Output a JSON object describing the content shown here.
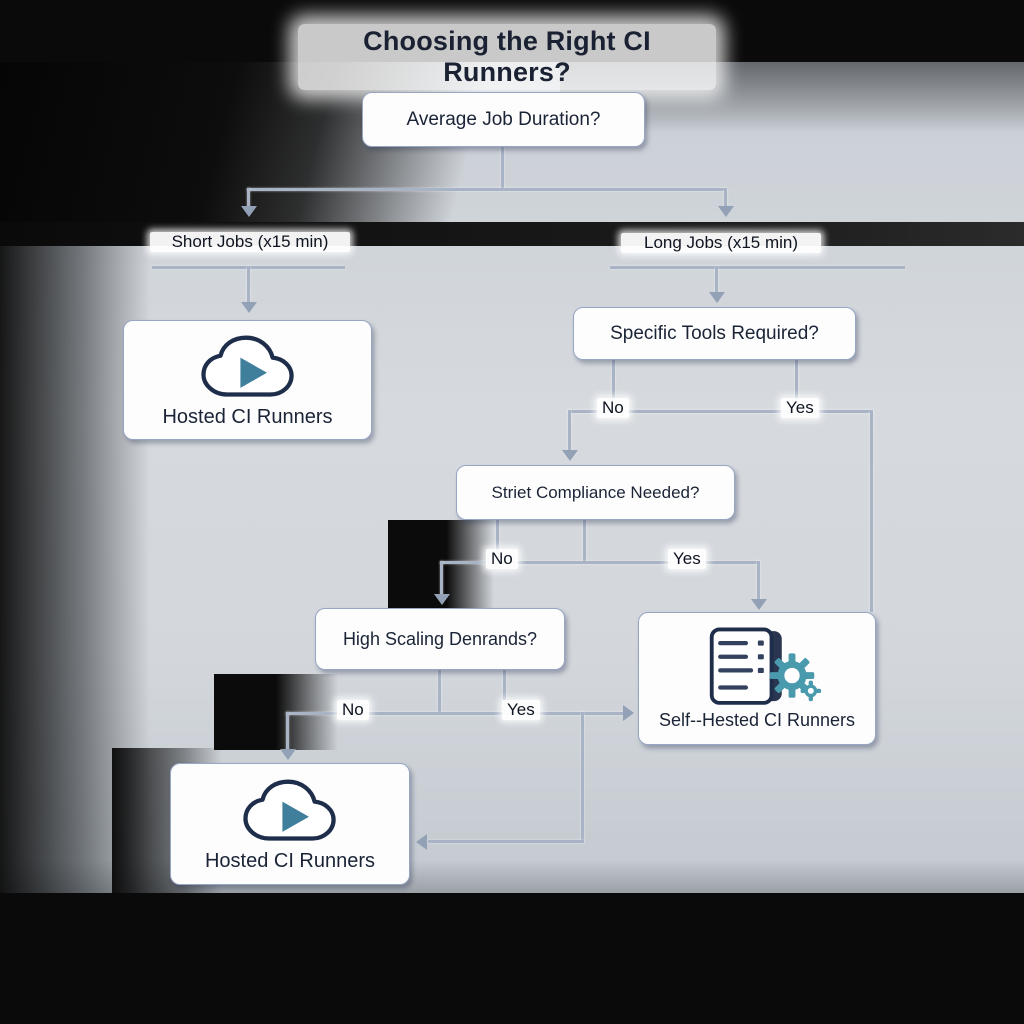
{
  "title": "Choosing the Right CI Runners?",
  "colors": {
    "background": "#0a0a0a",
    "panel": "#d6dade",
    "node_border": "#97a6c4",
    "node_text": "#1a2436",
    "edge": "#a8b3c5",
    "accent_teal": "#3f7f9c",
    "gear_teal": "#4a9aad",
    "icon_outline": "#1e2d4a"
  },
  "nodes": {
    "avg_duration": {
      "label": "Average Job Duration?"
    },
    "hosted_top": {
      "label": "Hosted CI Runners",
      "icon": "cloud-play-icon"
    },
    "specific_tools": {
      "label": "Specific Tools Required?"
    },
    "compliance": {
      "label": "Striet Compliance Needed?"
    },
    "scaling": {
      "label": "High Scaling Denrands?"
    },
    "self_hosted": {
      "label": "Self--Hested CI Runners",
      "icon": "server-gear-icon"
    },
    "hosted_bottom": {
      "label": "Hosted CI Runners",
      "icon": "cloud-play-icon"
    }
  },
  "edge_labels": {
    "short_jobs": "Short Jobs (x15 min)",
    "long_jobs": "Long Jobs (x15 min)",
    "tools_no": "No",
    "tools_yes": "Yes",
    "compliance_no": "No",
    "compliance_yes": "Yes",
    "scaling_no": "No",
    "scaling_yes": "Yes"
  }
}
